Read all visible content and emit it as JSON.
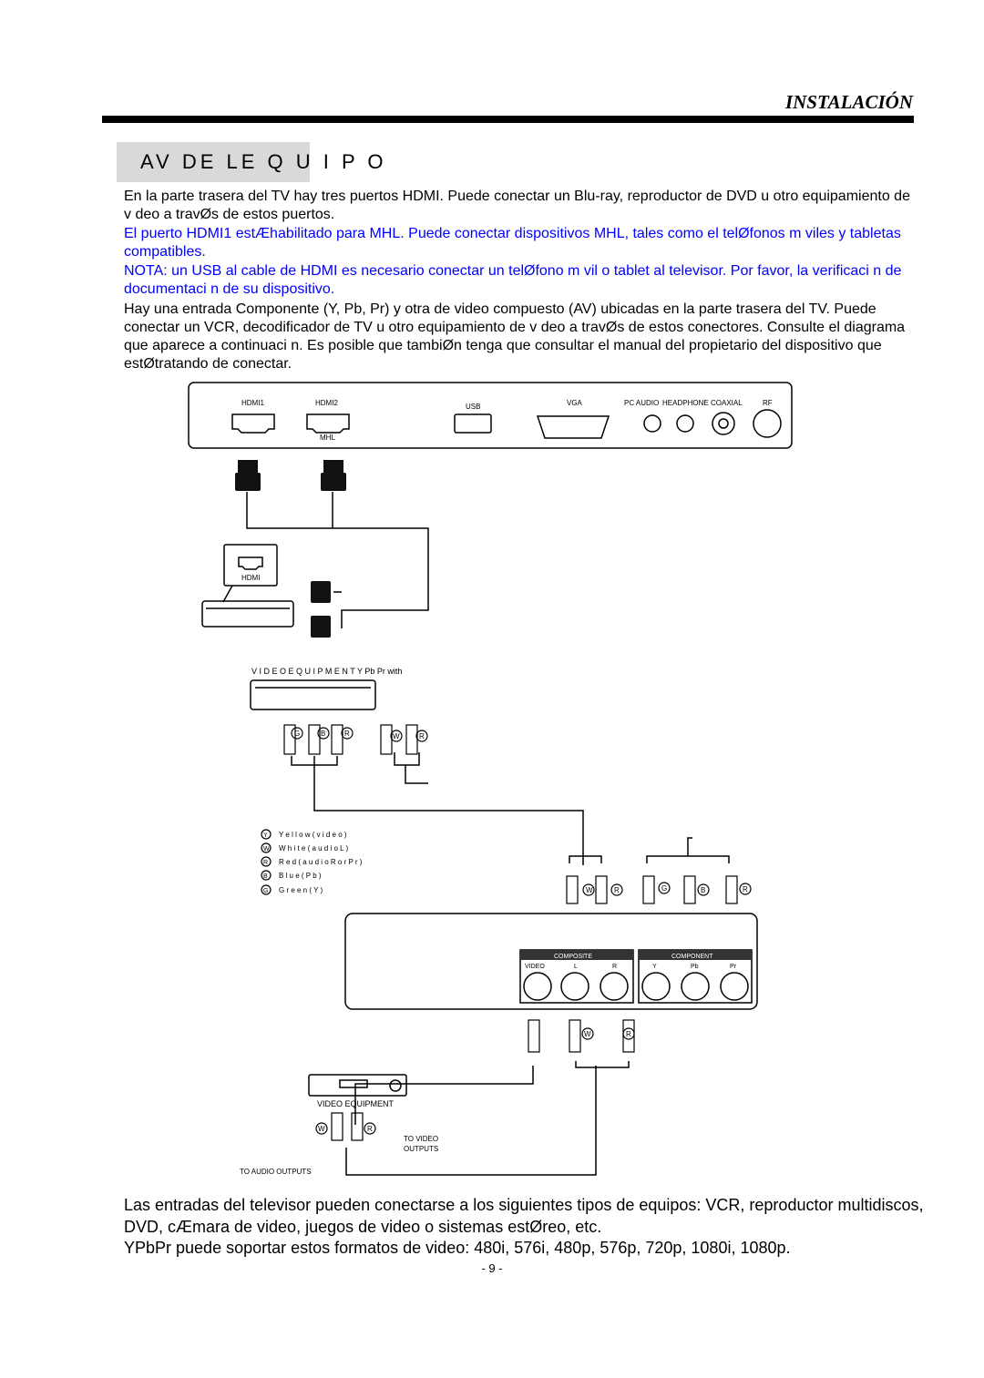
{
  "header": {
    "title": "INSTALACIÓN"
  },
  "section": {
    "title": "AV DE LE Q U I P O"
  },
  "intro": {
    "p1": "En la parte trasera del TV hay tres puertos HDMI. Puede conectar un Blu-ray, reproductor de DVD u otro equipamiento de v deo a travØs de estos puertos.",
    "p2": "El puerto HDMI1 estÆhabilitado para MHL. Puede conectar dispositivos MHL, tales como el telØfonos m viles y tabletas compatibles.",
    "p3": "NOTA: un USB al cable de HDMI es necesario conectar un telØfono m vil o tablet al televisor. Por favor, la verificaci n de documentaci n de su dispositivo.",
    "p4": "Hay una entrada Componente (Y, Pb, Pr) y otra de video compuesto (AV) ubicadas en la parte trasera del TV. Puede conectar un VCR, decodificador de TV u otro equipamiento de v deo a travØs de estos conectores. Consulte el diagrama que aparece a continuaci n. Es posible que tambiØn tenga que consultar el manual del propietario del dispositivo que estØtratando de conectar."
  },
  "diagram": {
    "tv_ports": {
      "hdmi1": "HDMI1",
      "hdmi2": "HDMI2",
      "mhl": "MHL",
      "usb": "USB",
      "vga": "VGA",
      "pc_audio": "PC AUDIO",
      "headphone": "HEADPHONE",
      "coaxial": "COAXIAL",
      "rf": "RF"
    },
    "hdmi_device_label": "HDMI",
    "video_equipment_ypbpr": "V I D E O  E Q U I P M E N T",
    "ypbpr_with": "Y Pb Pr with",
    "legend": [
      {
        "key": "Y",
        "text": "Y e l l o w  ( v i d e o )"
      },
      {
        "key": "W",
        "text": "W h i t e ( a u d i o  L )"
      },
      {
        "key": "R",
        "text": "R e d ( a u d i o  R  o r  P r )"
      },
      {
        "key": "B",
        "text": "B l u e ( P b )"
      },
      {
        "key": "G",
        "text": "G r e e n ( Y )"
      }
    ],
    "panel": {
      "composite": "COMPOSITE",
      "component": "COMPONENT",
      "video": "VIDEO",
      "l": "L",
      "r": "R",
      "y": "Y",
      "pb": "Pb",
      "pr": "Pr"
    },
    "plug_letters": {
      "g": "G",
      "b": "B",
      "r": "R",
      "w": "W"
    },
    "video_equipment": "VIDEO  EQUIPMENT",
    "to_video_outputs_1": "TO  VIDEO",
    "to_video_outputs_2": "OUTPUTS",
    "to_audio_outputs": "TO AUDIO  OUTPUTS"
  },
  "bottom": {
    "p1": "Las entradas del televisor pueden conectarse a los siguientes tipos de equipos: VCR, reproductor multidiscos, DVD, cÆmara de video, juegos de video o sistemas estØreo, etc.",
    "p2": "YPbPr puede soportar estos formatos de video: 480i, 576i, 480p, 576p, 720p, 1080i, 1080p."
  },
  "page_number": "- 9 -"
}
